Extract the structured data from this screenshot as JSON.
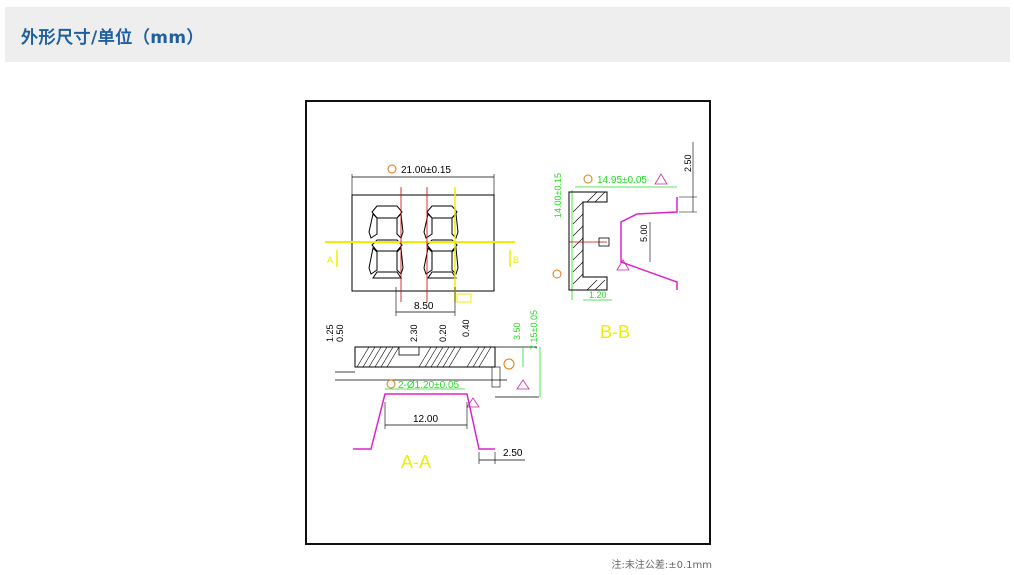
{
  "header": {
    "title": "外形尺寸/单位（mm）"
  },
  "drawing": {
    "top_view": {
      "width_dim": "21.00±0.15",
      "pitch_dim": "8.50",
      "section_mark_left": "A",
      "section_mark_right": "B",
      "marker_1": "①"
    },
    "section_aa": {
      "label": "A-A",
      "dim_125": "1.25",
      "dim_050": "0.50",
      "dim_230": "2.30",
      "dim_020": "0.20",
      "dim_040": "0.40",
      "dim_350": "3.50",
      "dim_715": "7.15±0.05",
      "hole_dim": "2-Ø1.20±0.05",
      "dim_1200": "12.00",
      "dim_250": "2.50",
      "marker_4": "④",
      "marker_5": "⑤",
      "marker_3": "③"
    },
    "section_bb": {
      "label": "B-B",
      "dim_1400": "14.00±0.15",
      "dim_1495": "14.95±0.05",
      "dim_250": "2.50",
      "dim_500": "5.00",
      "dim_120": "1.20",
      "marker_2": "②",
      "marker_6": "⑥"
    },
    "colors": {
      "line": "#000000",
      "dimension_green": "#22dd22",
      "section_magenta": "#dd22cc",
      "marker_orange": "#e07a10",
      "section_label_yellow": "#eeee00",
      "centerline_red": "#cc0000",
      "warning_magenta": "#cc22aa"
    }
  },
  "footnote": "注:未注公差:±0.1mm"
}
